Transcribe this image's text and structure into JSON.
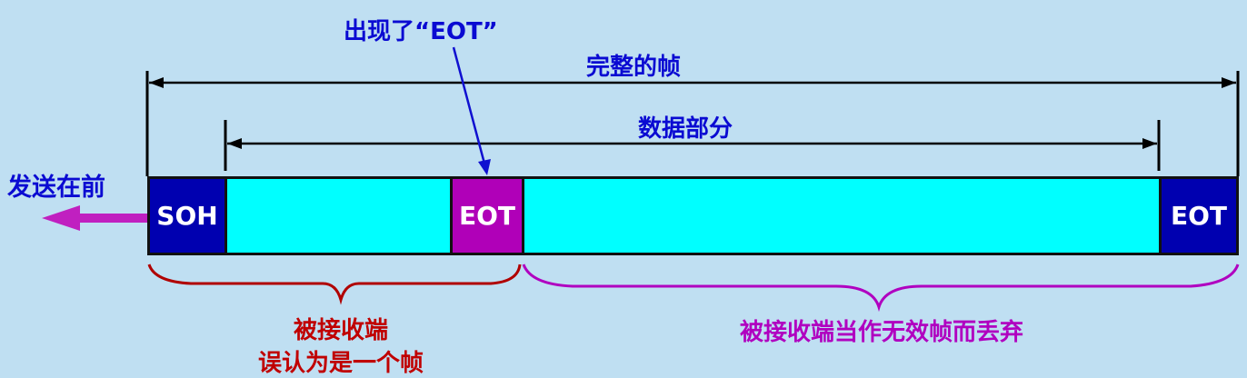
{
  "annotation_eot": "出现了“EOT”",
  "full_frame_label": "完整的帧",
  "data_part_label": "数据部分",
  "send_first_label": "发送在前",
  "frame": {
    "soh": "SOH",
    "eot_middle": "EOT",
    "eot_end": "EOT"
  },
  "brace_left": {
    "line1": "被接收端",
    "line2": "误认为是一个帧"
  },
  "brace_right": {
    "text": "被接收端当作无效帧而丢弃"
  },
  "colors": {
    "background": "#bfdff2",
    "soh_eot_block": "#0000b0",
    "data_block": "#00ffff",
    "eot_middle_block": "#b000b8",
    "label_blue": "#0a0ad2",
    "label_red": "#c00000",
    "label_purple": "#b000c0"
  }
}
